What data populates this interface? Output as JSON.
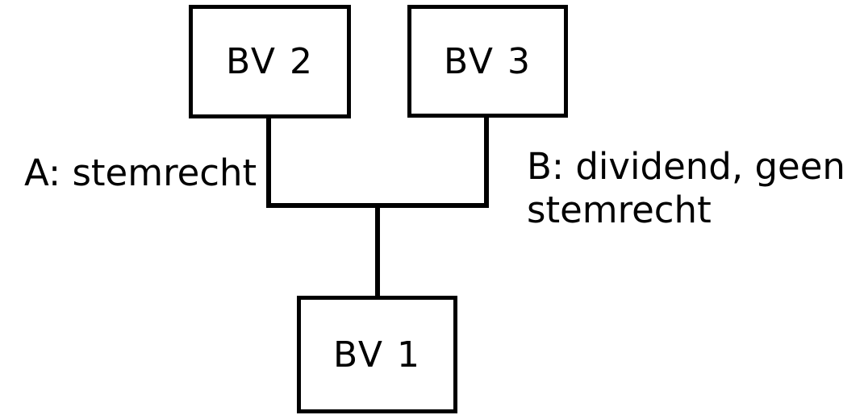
{
  "diagram": {
    "background_color": "#ffffff",
    "line_color": "#000000",
    "nodes": [
      {
        "id": "bv2",
        "label": "BV 2"
      },
      {
        "id": "bv3",
        "label": "BV 3"
      },
      {
        "id": "bv1",
        "label": "BV 1"
      }
    ],
    "edges": [
      {
        "from": "bv2",
        "to": "bv1"
      },
      {
        "from": "bv3",
        "to": "bv1"
      }
    ],
    "annotations": [
      {
        "id": "A",
        "text": "A: stemrecht"
      },
      {
        "id": "B",
        "text": "B: dividend, geen\nstemrecht"
      }
    ]
  }
}
